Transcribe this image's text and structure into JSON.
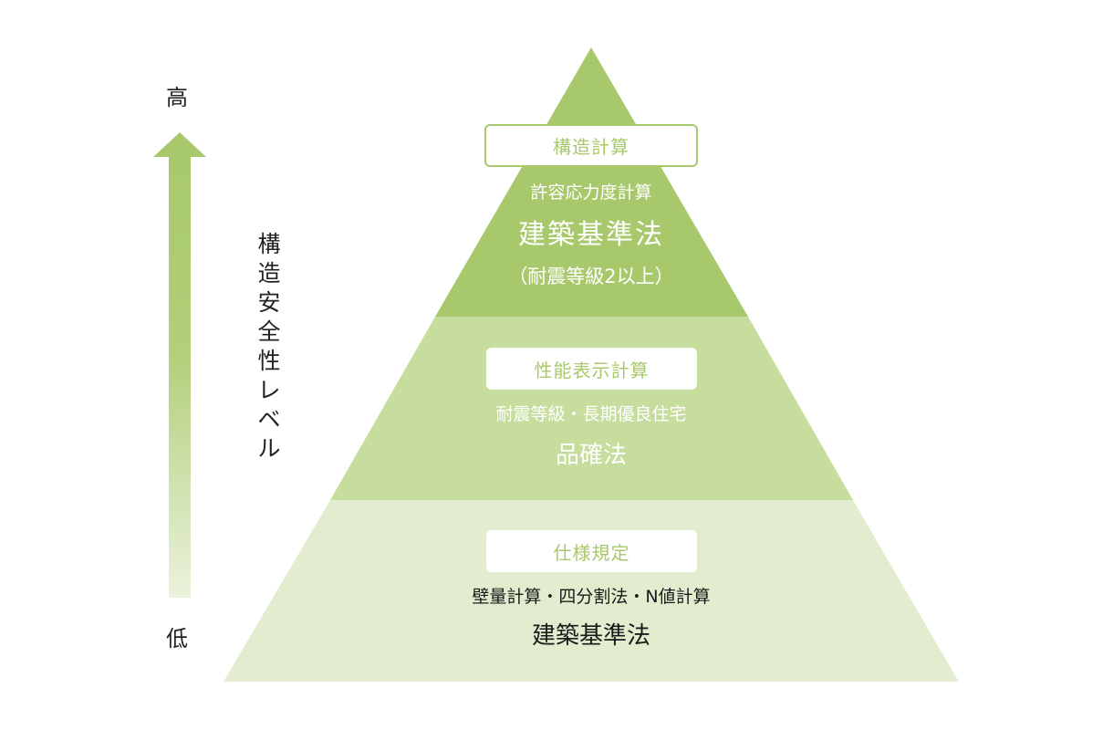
{
  "colors": {
    "tier_top": "#a8c96b",
    "tier_middle": "#c6dd9e",
    "tier_bottom": "#e2edcf",
    "box_text": "#a8c96b",
    "light_text": "#ffffff",
    "dark_text": "#1a1a1a"
  },
  "axis": {
    "high_label": "高",
    "low_label": "低",
    "title": "構造安全性レベル",
    "title_chars": [
      "構",
      "造",
      "安",
      "全",
      "性",
      "レ",
      "ベ",
      "ル"
    ],
    "arrow_icon": "arrow-up-gradient"
  },
  "tiers": [
    {
      "level": "top",
      "box_label": "構造計算",
      "method": "許容応力度計算",
      "law": "建築基準法",
      "note": "（耐震等級2以上）"
    },
    {
      "level": "middle",
      "box_label": "性能表示計算",
      "method": "耐震等級・長期優良住宅",
      "law": "品確法"
    },
    {
      "level": "bottom",
      "box_label": "仕様規定",
      "method": "壁量計算・四分割法・N値計算",
      "law": "建築基準法"
    }
  ]
}
